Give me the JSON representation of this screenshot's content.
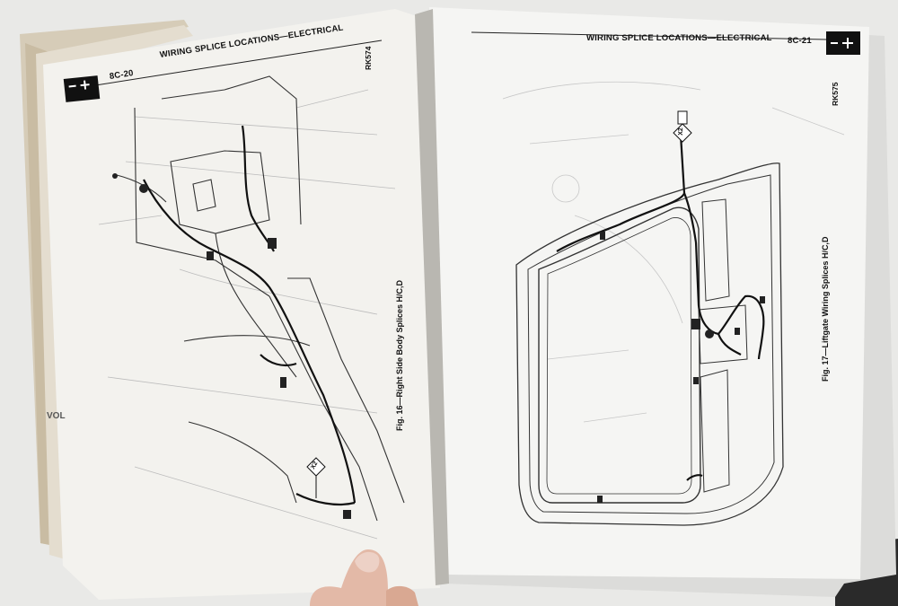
{
  "left_page": {
    "page_number": "8C-20",
    "header_title": "WIRING SPLICE LOCATIONS—ELECTRICAL",
    "ref_code": "RK574",
    "figure_caption": "Fig. 16—Right Side Body Splices H/C,D",
    "splice_label": "X2"
  },
  "right_page": {
    "page_number": "8C-21",
    "header_title": "WIRING SPLICE LOCATIONS—ELECTRICAL",
    "ref_code": "RK575",
    "figure_caption": "Fig. 17—Liftgate Wiring Splices H/C,D",
    "splice_label": "X2"
  },
  "spine": {
    "volume_text": "VOL"
  },
  "colors": {
    "background": "#e9e9e7",
    "page_paper": "#f4f3ef",
    "old_cover": "#d8cfbd",
    "ink": "#111111"
  },
  "icons": [
    "battery-icon"
  ]
}
